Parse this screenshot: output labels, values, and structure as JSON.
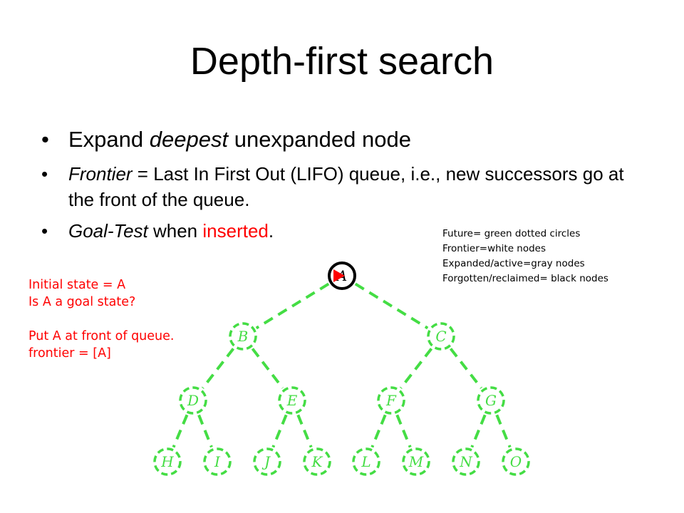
{
  "slide": {
    "title": "Depth-first search",
    "bullet1": {
      "pre": "Expand ",
      "em": "deepest",
      "post": " unexpanded node"
    },
    "bullet2": {
      "em": "Frontier",
      "rest": " = Last In First Out (LIFO) queue, i.e., new successors go at the front of the queue."
    },
    "bullet3": {
      "em": "Goal-Test",
      "mid": " when ",
      "red": "inserted",
      "end": "."
    }
  },
  "legend": [
    "Future= green dotted circles",
    "Frontier=white nodes",
    "Expanded/active=gray nodes",
    "Forgotten/reclaimed= black nodes"
  ],
  "notes": {
    "line1": "Initial state = A",
    "line2": "Is A a goal state?",
    "line3": "Put A at front of queue.",
    "line4": "frontier = [A]"
  },
  "tree": {
    "nodes": [
      "A",
      "B",
      "C",
      "D",
      "E",
      "F",
      "G",
      "H",
      "I",
      "J",
      "K",
      "L",
      "M",
      "N",
      "O"
    ],
    "edges": [
      [
        "A",
        "B"
      ],
      [
        "A",
        "C"
      ],
      [
        "B",
        "D"
      ],
      [
        "B",
        "E"
      ],
      [
        "C",
        "F"
      ],
      [
        "C",
        "G"
      ],
      [
        "D",
        "H"
      ],
      [
        "D",
        "I"
      ],
      [
        "E",
        "J"
      ],
      [
        "E",
        "K"
      ],
      [
        "F",
        "L"
      ],
      [
        "F",
        "M"
      ],
      [
        "G",
        "N"
      ],
      [
        "G",
        "O"
      ]
    ],
    "colors": {
      "future": "#44dd44",
      "frontier_marker": "#ff0000",
      "current": "#000000"
    }
  }
}
